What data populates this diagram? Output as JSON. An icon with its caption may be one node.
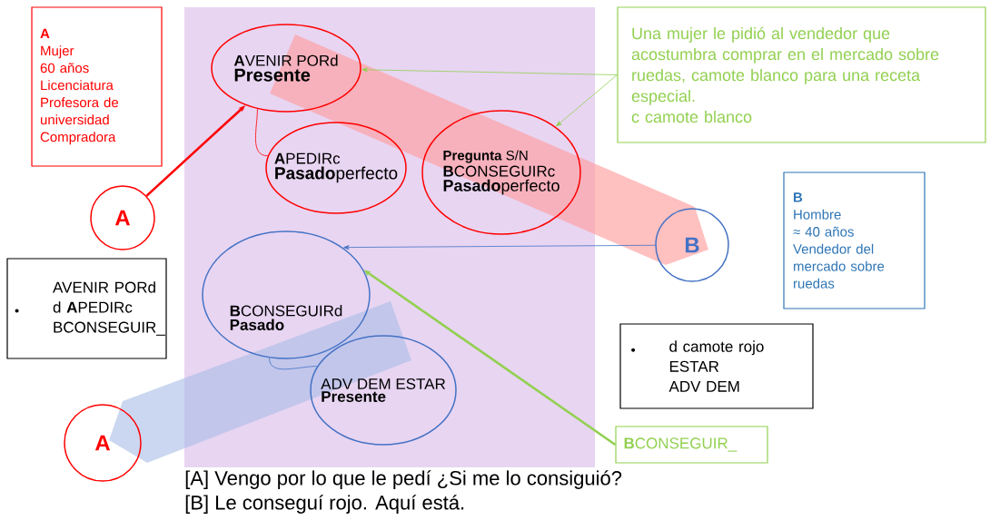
{
  "diagram": {
    "nodes": [
      {
        "text": [
          "A",
          "Mujer",
          "60 años",
          "Licenciatura",
          "Profesora de universidad",
          "Compradora"
        ]
      },
      {
        "text": [
          "A"
        ]
      },
      {
        "text": [
          "**A**VENIR PORd",
          "Presente"
        ]
      },
      {
        "text": [
          "**A**PEDIRc",
          "**Pasado**perfecto"
        ]
      },
      {
        "text": [
          "**Pregunta** S/N",
          "**B**CONSEGUIRc",
          "**Pasado**perfecto"
        ]
      },
      {
        "text": [
          "Una mujer le pidió al vendedor que acostumbra comprar en el mercado sobre ruedas, camote blanco para una receta especial.",
          "c camote blanco"
        ]
      },
      {
        "text": [
          "B"
        ]
      },
      {
        "text": [
          "B",
          "Hombre",
          "≈ 40 años",
          "Vendedor del mercado sobre ruedas"
        ]
      },
      {
        "text": [
          "**B**CONSEGUIRd",
          "Pasado"
        ]
      },
      {
        "text": [
          "ADV DEM ESTAR",
          "Presente"
        ]
      },
      {
        "text": [
          "AVENIR PORd",
          "d **A**PEDIRc",
          "BCONSEGUIR_"
        ]
      },
      {
        "text": [
          "d camote rojo",
          "ESTAR",
          "ADV DEM"
        ]
      },
      {
        "text": [
          "A"
        ]
      },
      {
        "text": [
          "**B**CONSEGUIR_"
        ]
      }
    ],
    "edges": [
      {
        "from": 1,
        "to": 2,
        "arrow": "to",
        "style": "thick",
        "color": "#ff0000"
      },
      {
        "from": 5,
        "to": 2,
        "arrow": "to"
      },
      {
        "from": 5,
        "to": 4,
        "arrow": "to"
      },
      {
        "from": 6,
        "to": 8,
        "arrow": "to",
        "color": "#4472c4"
      },
      {
        "from": 13,
        "to": 8,
        "arrow": "to",
        "style": "thick"
      },
      {
        "from": 2,
        "to": 3,
        "arrow": "none",
        "color": "#ff0000"
      },
      {
        "from": 8,
        "to": 9,
        "arrow": "none",
        "color": "#4472c4"
      }
    ],
    "labels": [
      "[A] Vengo por lo que le pedí ¿Si me lo consiguió?",
      "[B] Le conseguí rojo. Aquí está."
    ]
  }
}
